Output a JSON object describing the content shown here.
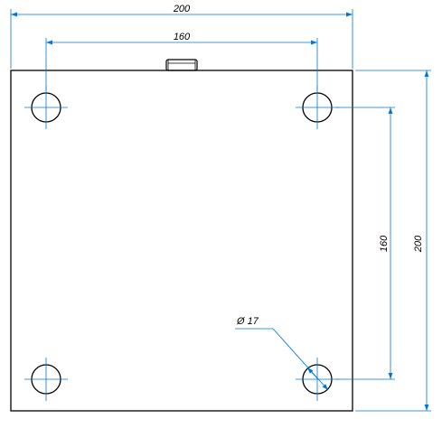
{
  "colors": {
    "outline": "#000000",
    "dimension": "#0078d7",
    "text": "#000000",
    "background": "#ffffff"
  },
  "dimensions": {
    "overall_width": "200",
    "hole_spacing_x": "160",
    "hole_spacing_y": "160",
    "overall_height": "200",
    "hole_diameter": "Ø 17"
  }
}
